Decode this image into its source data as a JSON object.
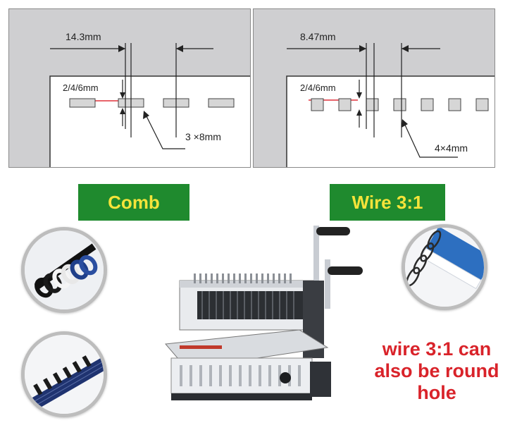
{
  "comb_diagram": {
    "pitch": "14.3mm",
    "margin": "2/4/6mm",
    "hole_size": "3 ×8mm"
  },
  "wire_diagram": {
    "pitch": "8.47mm",
    "margin": "2/4/6mm",
    "hole_size": "4×4mm"
  },
  "labels": {
    "comb": "Comb",
    "wire": "Wire 3:1"
  },
  "note": "wire 3:1 can also be round hole",
  "colors": {
    "label_background": "#1f8a2e",
    "label_text": "#f5e33a",
    "note_text": "#d9232a",
    "margin_marker": "#e0303a"
  }
}
